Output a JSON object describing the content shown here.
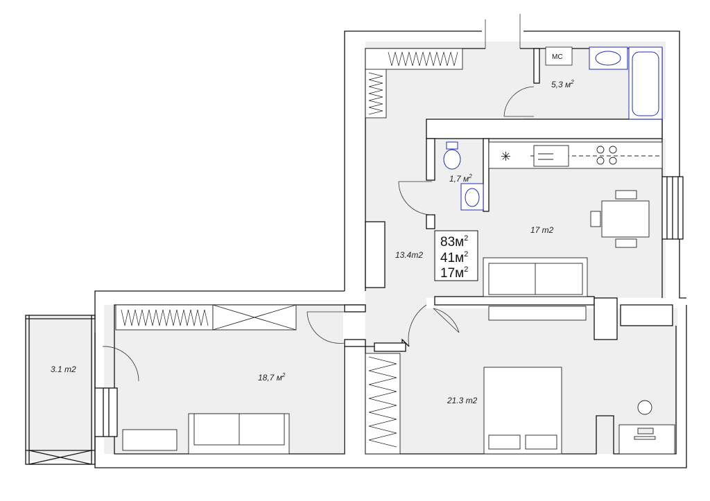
{
  "rooms": {
    "balcony": "3.1 m2",
    "living": "18,7 м",
    "hall": "13.4m2",
    "kitchen": "17 m2",
    "bedroom": "21.3 m2",
    "toilet": "1,7 м",
    "bathroom": "5,3 м"
  },
  "summary": {
    "total": "83м",
    "living_area": "41м",
    "kitchen_area": "17м"
  },
  "exponent": "2",
  "fixtures": {
    "washing_machine": "МС"
  },
  "colors": {
    "wall": "#ffffff",
    "wall_stroke": "#111111",
    "floor": "#efefef",
    "sanitary": "#1f2bbf"
  }
}
